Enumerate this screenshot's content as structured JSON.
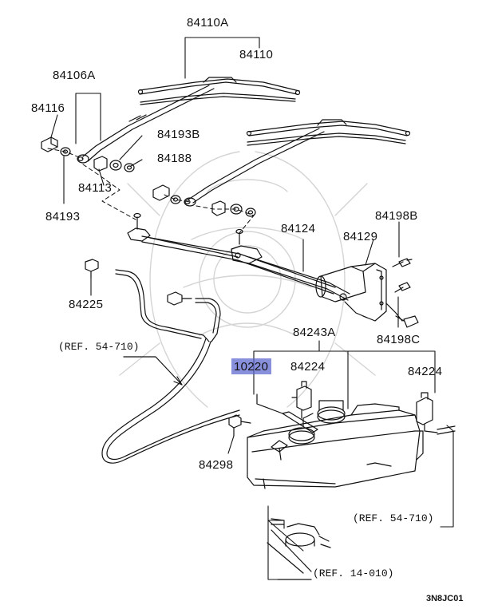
{
  "parts": {
    "p84110A": "84110A",
    "p84110": "84110",
    "p84106A": "84106A",
    "p84116": "84116",
    "p84193B": "84193B",
    "p84188": "84188",
    "p84113": "84113",
    "p84193": "84193",
    "p84124": "84124",
    "p84198B": "84198B",
    "p84129": "84129",
    "p84225": "84225",
    "p84243A": "84243A",
    "p84198C": "84198C",
    "p10220": "10220",
    "p84224_left": "84224",
    "p84224_right": "84224",
    "p84298": "84298"
  },
  "refs": {
    "ref_54_710_left": "(REF. 54-710)",
    "ref_54_710_right": "(REF. 54-710)",
    "ref_14_010": "(REF. 14-010)"
  },
  "diagram_code": "3N8JC01",
  "colors": {
    "highlight": "#5a64cd",
    "line": "#111111",
    "watermark": "#cfcfcf"
  }
}
